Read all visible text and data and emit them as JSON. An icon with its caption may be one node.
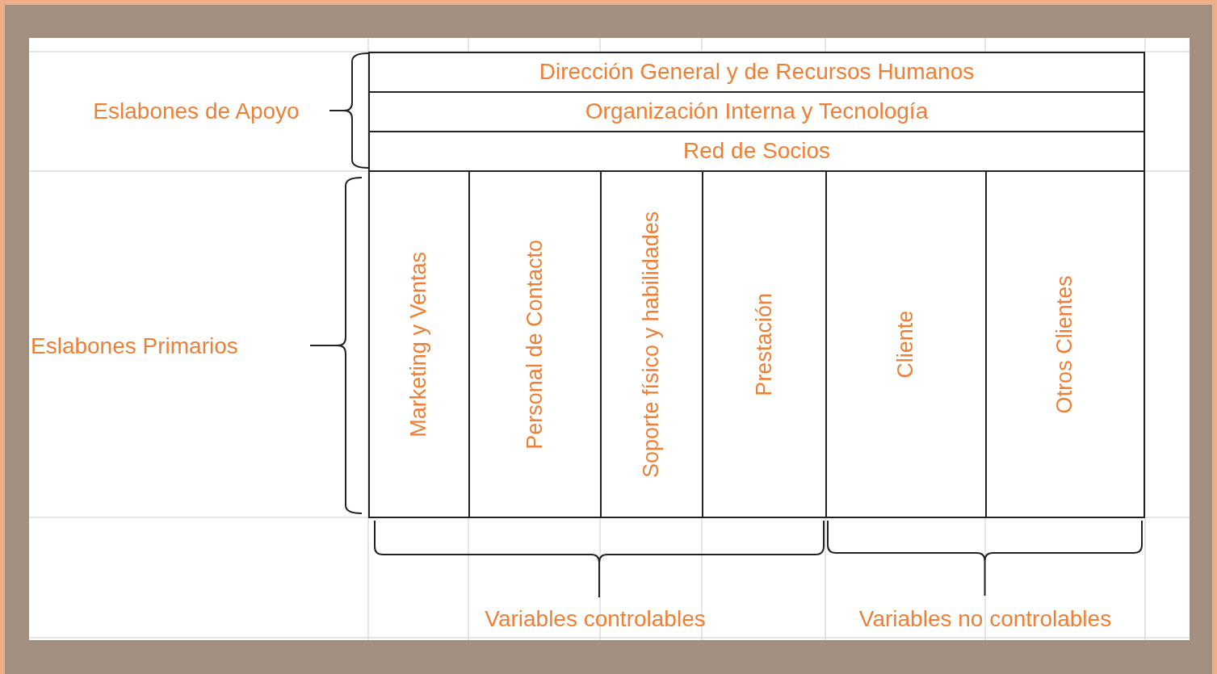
{
  "diagram": {
    "nodes": [
      {
        "text": [
          "Dirección General y de Recursos Humanos"
        ]
      },
      {
        "text": [
          "Organización Interna y Tecnología"
        ]
      },
      {
        "text": [
          "Red de Socios"
        ]
      },
      {
        "text": [
          "Marketing y Ventas"
        ]
      },
      {
        "text": [
          "Personal de Contacto"
        ]
      },
      {
        "text": [
          "Soporte físico y habilidades"
        ]
      },
      {
        "text": [
          "Prestación"
        ]
      },
      {
        "text": [
          "Cliente"
        ]
      },
      {
        "text": [
          "Otros Clientes"
        ]
      }
    ],
    "edges": [],
    "labels": [
      "Eslabones de Apoyo",
      "Eslabones Primarios",
      "Variables controlables",
      "Variables no controlables"
    ]
  }
}
